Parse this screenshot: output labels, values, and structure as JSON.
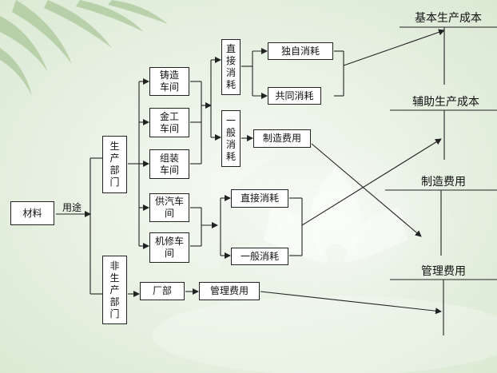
{
  "nodes": {
    "material": "材料",
    "usage": "用途",
    "production_dept": "生\n产\n部\n门",
    "non_production_dept": "非\n生\n产\n部\n门",
    "casting_workshop": "铸造\n车间",
    "machining_workshop": "金工\n车间",
    "assembly_workshop": "组装\n车间",
    "steam_workshop": "供汽车\n间",
    "repair_workshop": "机修车\n间",
    "direct_consumption": "直\n接\n消\n耗",
    "general_consumption": "一\n般\n消\n耗",
    "sole_consumption": "独自消耗",
    "joint_consumption": "共同消耗",
    "overhead": "制造费用",
    "aux_direct_consumption": "直接消耗",
    "aux_general_consumption": "一般消耗",
    "factory_office": "厂部",
    "admin_expense": "管理费用"
  },
  "accounts": {
    "basic_production_cost": "基本生产成本",
    "auxiliary_production_cost": "辅助生产成本",
    "manufacturing_overhead": "制造费用",
    "administrative_expense": "管理费用"
  },
  "colors": {
    "background": "#eaf2e6",
    "line": "#222222",
    "box_fill": "#ffffff"
  }
}
